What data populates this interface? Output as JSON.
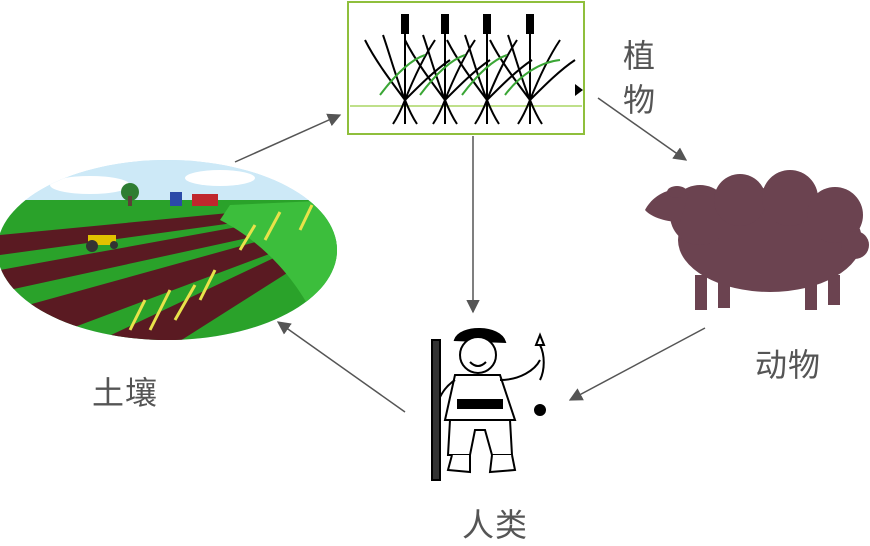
{
  "nodes": {
    "plant": {
      "label": "植\n物",
      "icon": "plant-illustration"
    },
    "animal": {
      "label": "动物",
      "icon": "sheep-silhouette"
    },
    "human": {
      "label": "人类",
      "icon": "farmer-illustration"
    },
    "soil": {
      "label": "土壤",
      "icon": "farm-field-illustration"
    }
  },
  "colors": {
    "arrow": "#555555",
    "sheep": "#6b4350",
    "plant_border": "#8fbf3c",
    "label": "#555555"
  }
}
